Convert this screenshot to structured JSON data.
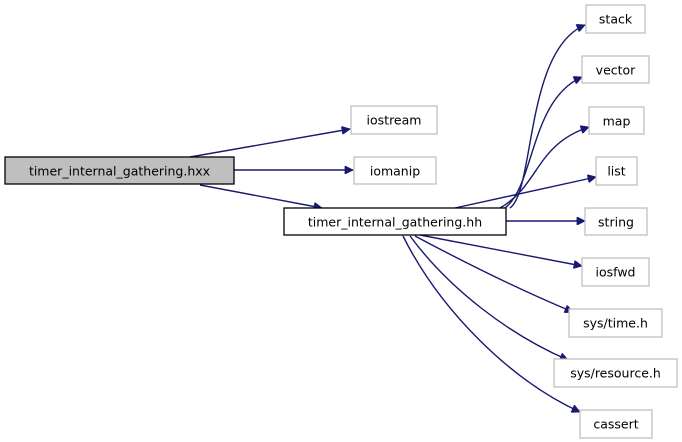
{
  "graph": {
    "root": "timer_internal_gathering.hxx",
    "main": "timer_internal_gathering.hh",
    "root_includes": [
      "iostream",
      "iomanip"
    ],
    "hh_includes": [
      "stack",
      "vector",
      "map",
      "list",
      "string",
      "iosfwd",
      "sys/time.h",
      "sys/resource.h",
      "cassert"
    ]
  },
  "colors": {
    "edge": "#191970",
    "root_fill": "#bfbfbf",
    "node_border": "#bfbfbf"
  }
}
